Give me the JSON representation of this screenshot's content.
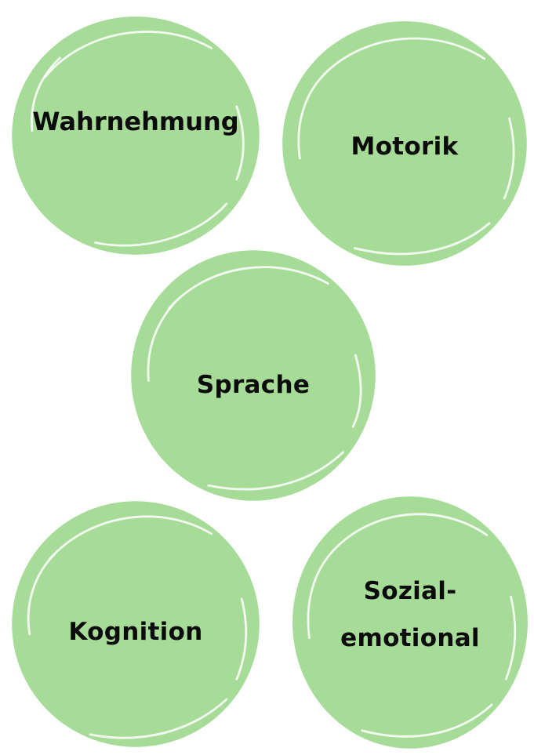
{
  "theme": {
    "bubble_fill": "#a6dc98",
    "bubble_stroke": "#ffffff",
    "text_color": "#0b0b0b",
    "background": "#ffffff"
  },
  "bubbles": [
    {
      "lines": [
        "Wahrnehmung"
      ]
    },
    {
      "lines": [
        "Motorik"
      ]
    },
    {
      "lines": [
        "Sprache"
      ]
    },
    {
      "lines": [
        "Kognition"
      ]
    },
    {
      "lines": [
        "Sozial-",
        "emotional"
      ]
    }
  ]
}
